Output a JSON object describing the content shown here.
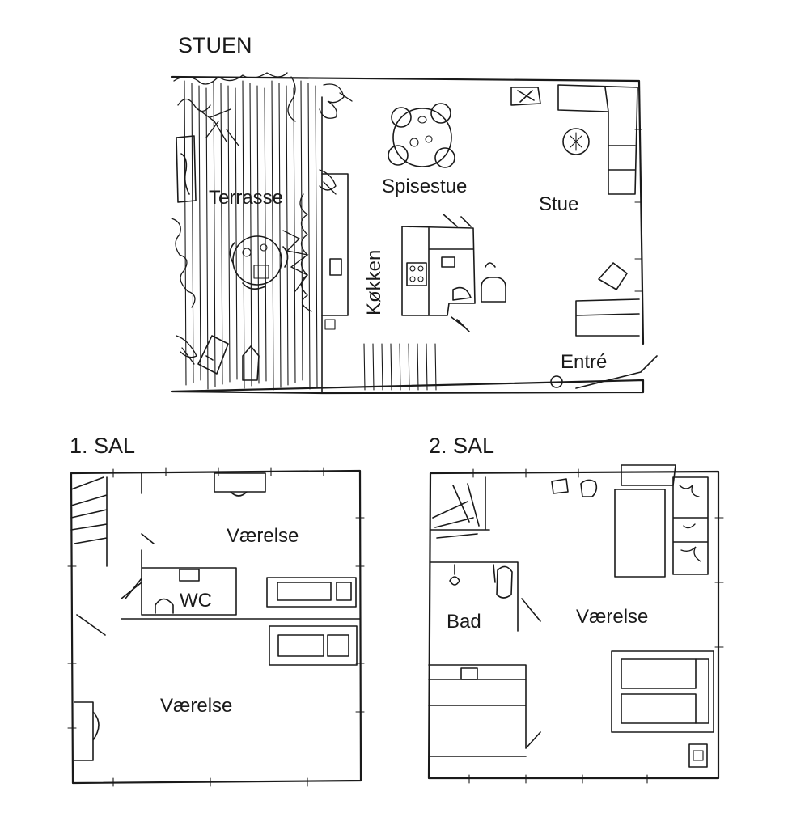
{
  "floors": {
    "ground": {
      "heading": "STUEN",
      "rooms": {
        "terrace": "Terrasse",
        "dining": "Spisestue",
        "living": "Stue",
        "kitchen": "Køkken",
        "entrance": "Entré"
      }
    },
    "first": {
      "heading": "1. SAL",
      "rooms": {
        "bedroom_top": "Værelse",
        "wc": "WC",
        "bedroom_bottom": "Værelse"
      }
    },
    "second": {
      "heading": "2. SAL",
      "rooms": {
        "bath": "Bad",
        "bedroom": "Værelse"
      }
    }
  }
}
